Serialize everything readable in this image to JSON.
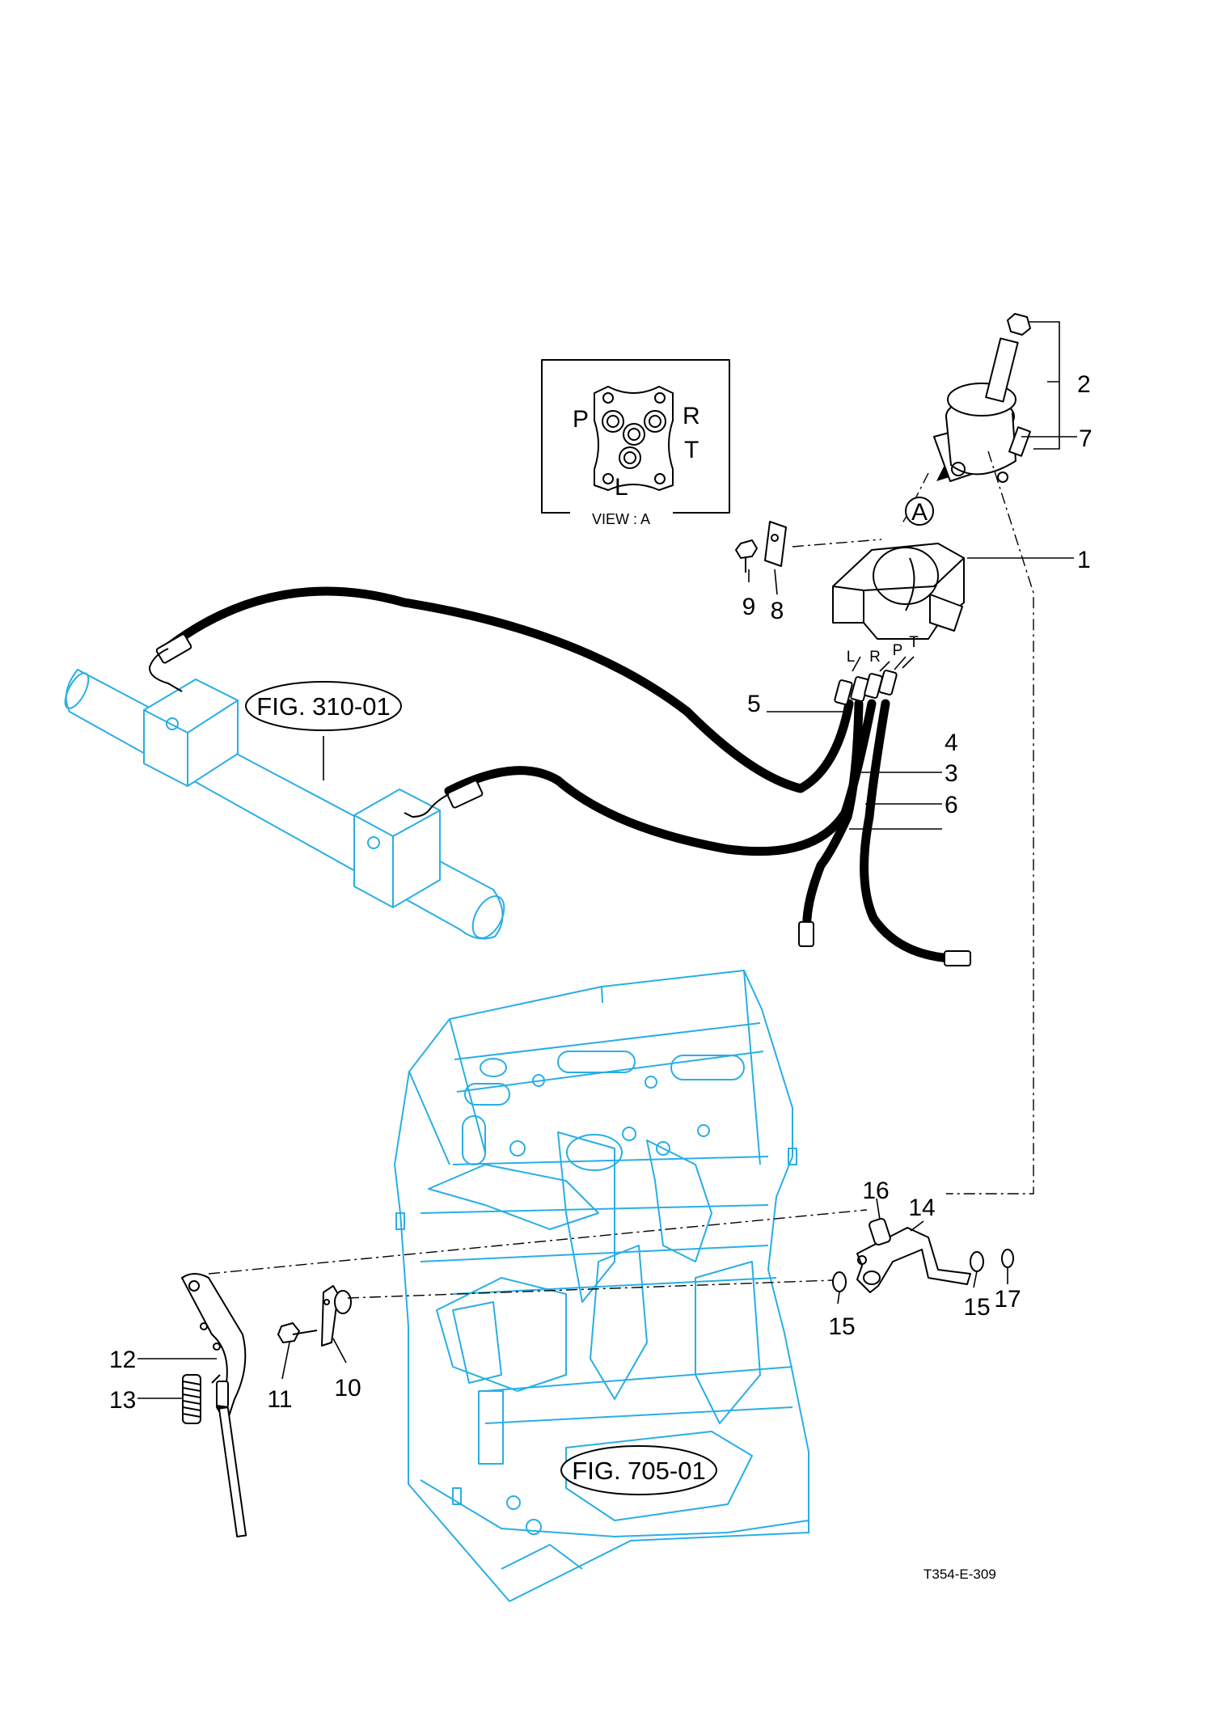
{
  "view_box": {
    "caption": "VIEW : A",
    "ports": {
      "p": "P",
      "r": "R",
      "t": "T",
      "l": "L"
    }
  },
  "view_marker": "A",
  "hose_ports": {
    "l": "L",
    "r": "R",
    "p": "P",
    "t": "T"
  },
  "figure_refs": {
    "fig_310": "FIG. 310-01",
    "fig_705": "FIG. 705-01"
  },
  "callouts": {
    "c1": "1",
    "c2": "2",
    "c3": "3",
    "c4": "4",
    "c5": "5",
    "c6": "6",
    "c7": "7",
    "c8": "8",
    "c9": "9",
    "c10": "10",
    "c11": "11",
    "c12": "12",
    "c13": "13",
    "c14": "14",
    "c15a": "15",
    "c15b": "15",
    "c16": "16",
    "c17": "17"
  },
  "drawing_id": "T354-E-309",
  "colors": {
    "reference_parts": "#29aee6",
    "parts": "#000000",
    "background": "#ffffff"
  }
}
